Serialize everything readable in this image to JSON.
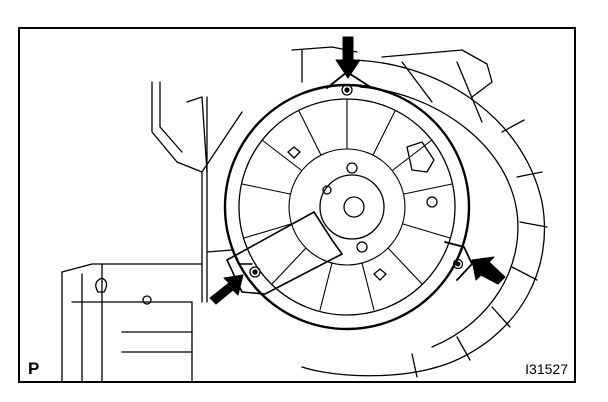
{
  "figure": {
    "corner_letter": "P",
    "figure_number": "I31527"
  },
  "colors": {
    "line": "#000000",
    "background": "#ffffff"
  },
  "annotations": {
    "arrow_count": 3,
    "arrow_targets": [
      "top-screw",
      "right-screw",
      "left-screw"
    ]
  }
}
